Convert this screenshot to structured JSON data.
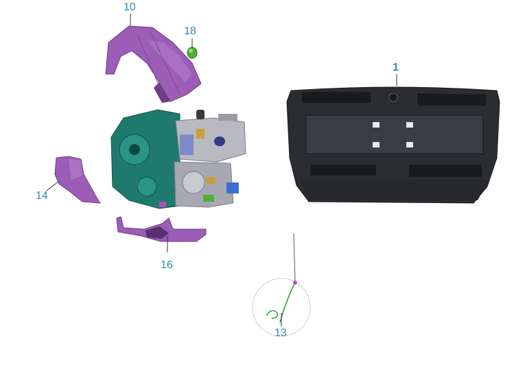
{
  "diagram": {
    "callouts": [
      {
        "id": "c10",
        "label": "10"
      },
      {
        "id": "c18",
        "label": "18"
      },
      {
        "id": "c1",
        "label": "1"
      },
      {
        "id": "c14",
        "label": "14"
      },
      {
        "id": "c16",
        "label": "16"
      },
      {
        "id": "c13",
        "label": "13"
      }
    ],
    "colors": {
      "callout_text": "#2a8fb0",
      "part_purple": "#9b5db5",
      "part_purple_dark": "#6e3d86",
      "engine_teal": "#1f7a6e",
      "engine_silver": "#b9b9c2",
      "bumper_dark": "#2b2d31",
      "leader_line": "#333333"
    },
    "parts": [
      {
        "number": "1",
        "name": "rear-bumper-panel-icon"
      },
      {
        "number": "10",
        "name": "engine-shroud-cover-icon"
      },
      {
        "number": "13",
        "name": "cable-clip-detail-icon"
      },
      {
        "number": "14",
        "name": "side-bracket-cover-icon"
      },
      {
        "number": "16",
        "name": "lower-skid-plate-icon"
      },
      {
        "number": "18",
        "name": "green-grommet-icon"
      }
    ]
  }
}
